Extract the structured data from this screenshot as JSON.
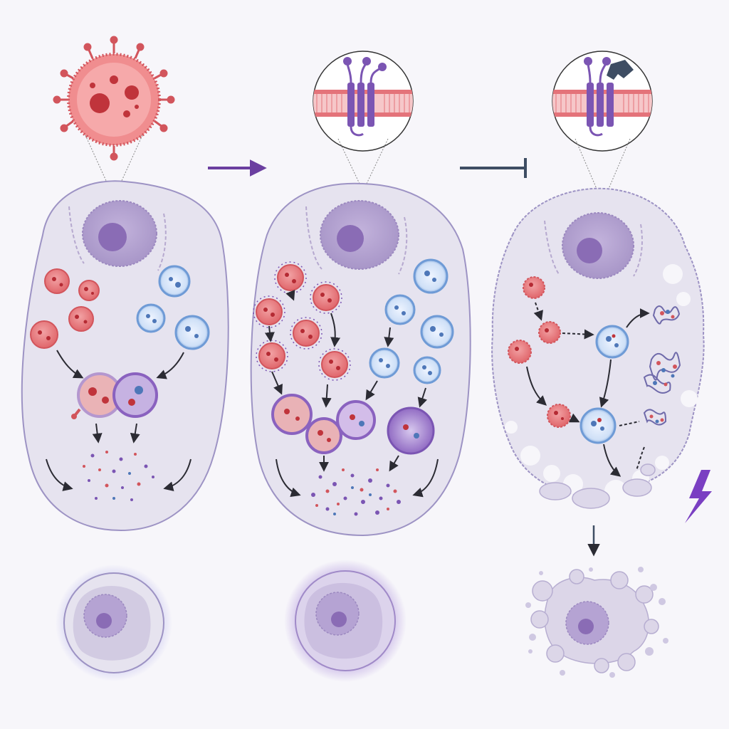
{
  "colors": {
    "background": "#f7f6fa",
    "cell_fill": "#e6e3ef",
    "cell_stroke": "#9d93c4",
    "nucleus": "#a994c8",
    "nucleolus": "#8a6cb5",
    "pathogen_red": "#e0666b",
    "endosome_blue": "#6f9bd6",
    "receptor_purple": "#7b55b3",
    "membrane_red": "#e4737a",
    "activation_arrow": "#6b3fa0",
    "inhibition_bar": "#3e4d63",
    "lightning": "#7a3fc2",
    "flow_arrow": "#2b2b33"
  },
  "panels": [
    {
      "id": "baseline",
      "zoom_content": "virus-particle",
      "outcome": "intact-cell"
    },
    {
      "id": "activated",
      "zoom_content": "membrane-receptor",
      "outcome": "intact-cell-glow"
    },
    {
      "id": "inhibited",
      "zoom_content": "membrane-receptor-with-inhibitor",
      "outcome": "fragmented-cell"
    }
  ],
  "connectors": [
    {
      "between": [
        "baseline",
        "activated"
      ],
      "kind": "activation-arrow"
    },
    {
      "between": [
        "activated",
        "inhibited"
      ],
      "kind": "inhibition-bar"
    }
  ],
  "icons": [
    "lightning-bolt-icon",
    "down-arrow-icon"
  ]
}
